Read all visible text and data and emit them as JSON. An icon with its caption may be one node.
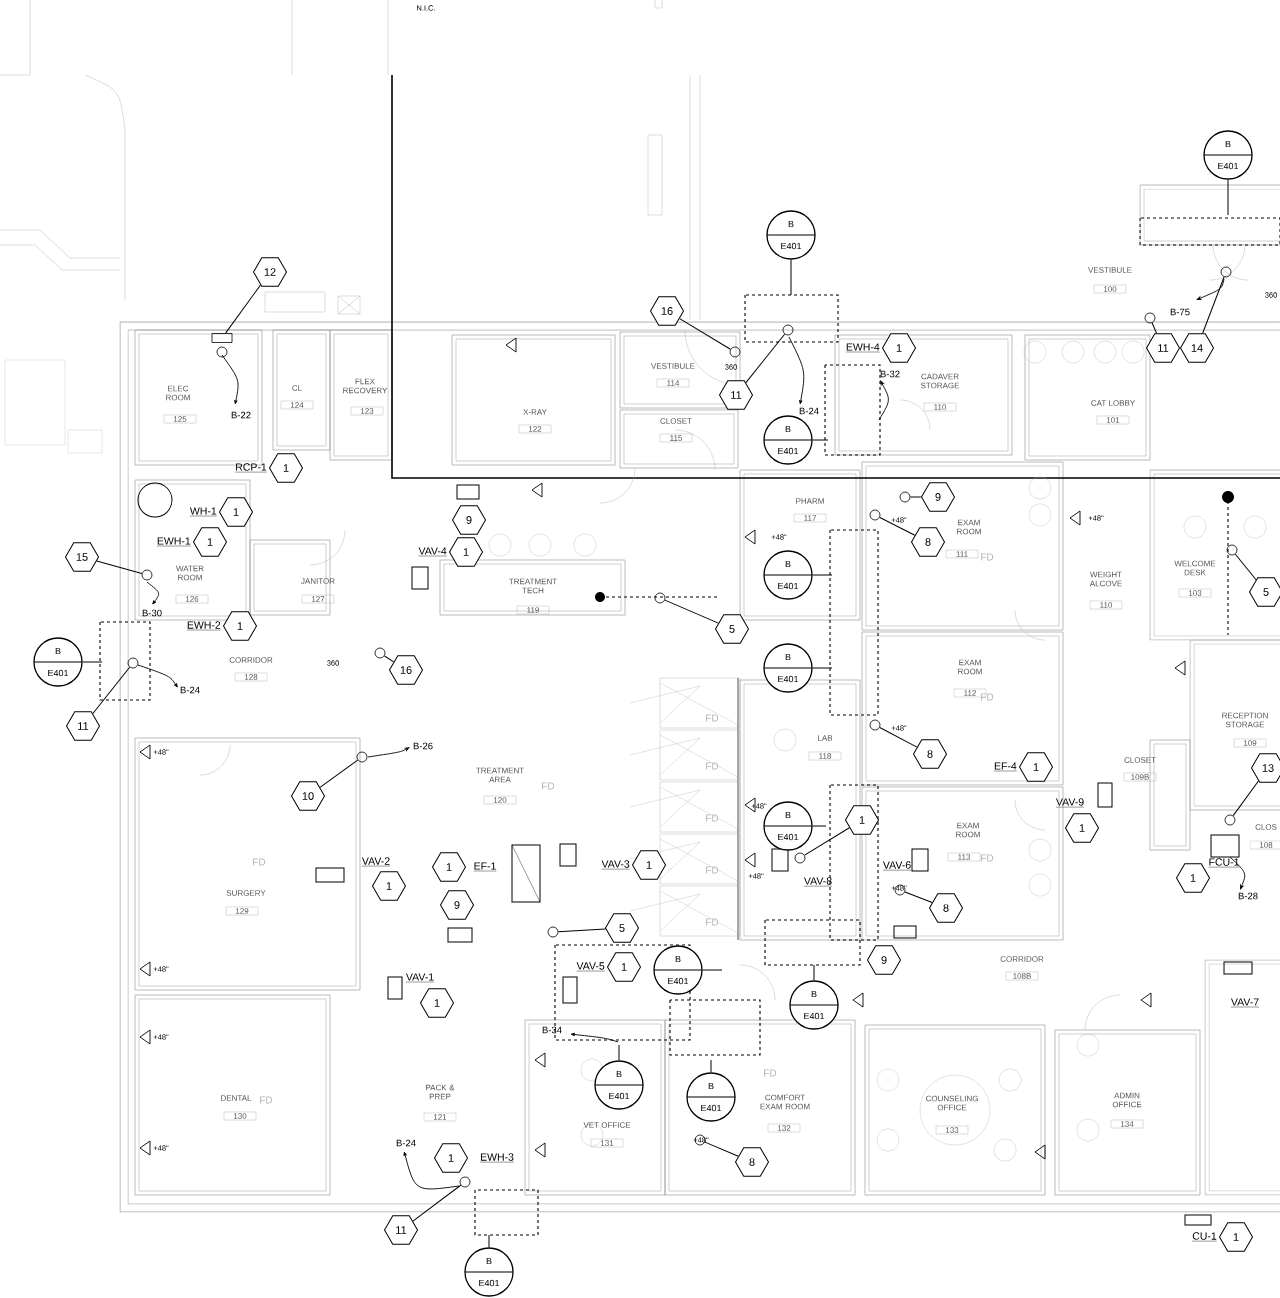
{
  "diagram": {
    "nodes": [
      {
        "text": [
          "12"
        ]
      },
      {
        "text": [
          "16"
        ]
      },
      {
        "text": [
          "1"
        ],
        "beside": [
          "EWH-4"
        ]
      },
      {
        "text": [
          "11"
        ]
      },
      {
        "text": [
          "11"
        ]
      },
      {
        "text": [
          "14"
        ]
      },
      {
        "text": [
          "1"
        ],
        "beside": [
          "RCP-1"
        ]
      },
      {
        "text": [
          "1"
        ],
        "beside": [
          "WH-1"
        ]
      },
      {
        "text": [
          "9"
        ]
      },
      {
        "text": [
          "9"
        ]
      },
      {
        "text": [
          "1"
        ],
        "beside": [
          "EWH-1"
        ]
      },
      {
        "text": [
          "15"
        ]
      },
      {
        "text": [
          "1"
        ],
        "beside": [
          "VAV-4"
        ]
      },
      {
        "text": [
          "8"
        ]
      },
      {
        "text": [
          "5"
        ]
      },
      {
        "text": [
          "5"
        ]
      },
      {
        "text": [
          "1"
        ],
        "beside": [
          "EWH-2"
        ]
      },
      {
        "text": [
          "16"
        ]
      },
      {
        "text": [
          "11"
        ]
      },
      {
        "text": [
          "10"
        ]
      },
      {
        "text": [
          "8"
        ]
      },
      {
        "text": [
          "1"
        ],
        "beside": [
          "EF-4"
        ]
      },
      {
        "text": [
          "13"
        ]
      },
      {
        "text": [
          "1"
        ],
        "beside": [
          "VAV-9"
        ]
      },
      {
        "text": [
          "1"
        ]
      },
      {
        "text": [
          "1"
        ],
        "beside": [
          "VAV-2"
        ]
      },
      {
        "text": [
          "1"
        ],
        "beside": [
          "EF-1"
        ]
      },
      {
        "text": [
          "1"
        ],
        "beside": [
          "VAV-3"
        ]
      },
      {
        "text": [
          "1"
        ],
        "beside": [
          "FCU-1"
        ]
      },
      {
        "text": [
          "8"
        ]
      },
      {
        "text": [
          "9"
        ]
      },
      {
        "text": [
          "5"
        ]
      },
      {
        "text": [
          "9"
        ]
      },
      {
        "text": [
          "1"
        ],
        "beside": [
          "VAV-5"
        ]
      },
      {
        "text": [
          "1"
        ],
        "beside": [
          "VAV-1"
        ]
      },
      {
        "text": [
          "8"
        ]
      },
      {
        "text": [
          "1"
        ],
        "beside": [
          "EWH-3"
        ]
      },
      {
        "text": [
          "11"
        ]
      },
      {
        "text": [
          "1"
        ],
        "beside": [
          "CU-1"
        ]
      },
      {
        "text": [
          "B",
          "E401"
        ]
      },
      {
        "text": [
          "B",
          "E401"
        ]
      },
      {
        "text": [
          "B",
          "E401"
        ]
      },
      {
        "text": [
          "B",
          "E401"
        ]
      },
      {
        "text": [
          "B",
          "E401"
        ]
      },
      {
        "text": [
          "B",
          "E401"
        ]
      },
      {
        "text": [
          "B",
          "E401"
        ]
      },
      {
        "text": [
          "B",
          "E401"
        ]
      },
      {
        "text": [
          "B",
          "E401"
        ]
      },
      {
        "text": [
          "B",
          "E401"
        ]
      },
      {
        "text": [
          "B",
          "E401"
        ]
      },
      {
        "text": [
          "B",
          "E401"
        ]
      },
      {
        "text": [],
        "shape": "box"
      },
      {
        "text": [],
        "shape": "circle"
      },
      {
        "text": [],
        "shape": "circle"
      },
      {
        "text": [],
        "shape": "circle"
      },
      {
        "text": [],
        "shape": "circle"
      },
      {
        "text": [],
        "shape": "circle"
      },
      {
        "text": [],
        "shape": "circle"
      },
      {
        "text": [],
        "shape": "circle"
      },
      {
        "text": [],
        "shape": "circle"
      },
      {
        "text": [],
        "shape": "circle"
      },
      {
        "text": [],
        "shape": "circle"
      },
      {
        "text": [],
        "shape": "circle"
      },
      {
        "text": [],
        "shape": "circle"
      },
      {
        "text": [],
        "shape": "circle"
      },
      {
        "text": [],
        "shape": "circle"
      },
      {
        "text": [],
        "shape": "circle"
      },
      {
        "text": [],
        "shape": "circle"
      },
      {
        "text": [],
        "shape": "circle"
      },
      {
        "text": [],
        "shape": "circle"
      },
      {
        "text": [],
        "shape": "circle"
      }
    ],
    "edges": [
      {
        "from": 0,
        "to": 51,
        "arrow": "none"
      },
      {
        "from": 1,
        "to": 52,
        "arrow": "none"
      },
      {
        "from": 3,
        "to": 53,
        "arrow": "none"
      },
      {
        "from": 4,
        "to": 54,
        "arrow": "none"
      },
      {
        "from": 5,
        "to": 55,
        "arrow": "none"
      },
      {
        "from": 8,
        "to": 56,
        "arrow": "none"
      },
      {
        "from": 11,
        "to": 57,
        "arrow": "none"
      },
      {
        "from": 13,
        "to": 58,
        "arrow": "none"
      },
      {
        "from": 14,
        "to": 59,
        "arrow": "none"
      },
      {
        "from": 15,
        "to": 60,
        "arrow": "none"
      },
      {
        "from": 17,
        "to": 61,
        "arrow": "none"
      },
      {
        "from": 18,
        "to": 62,
        "arrow": "none"
      },
      {
        "from": 19,
        "to": 63,
        "arrow": "none"
      },
      {
        "from": 20,
        "to": 64,
        "arrow": "none"
      },
      {
        "from": 22,
        "to": 65,
        "arrow": "none"
      },
      {
        "from": 24,
        "to": 66,
        "arrow": "none"
      },
      {
        "from": 29,
        "to": 67,
        "arrow": "none"
      },
      {
        "from": 31,
        "to": 68,
        "arrow": "none"
      },
      {
        "from": 35,
        "to": 69,
        "arrow": "none"
      },
      {
        "from": 37,
        "to": 70,
        "arrow": "none"
      },
      {
        "from": 39,
        "to": null,
        "arrow": "none"
      },
      {
        "from": 40,
        "to": null,
        "arrow": "none"
      },
      {
        "from": 41,
        "to": null,
        "arrow": "none"
      },
      {
        "from": 42,
        "to": null,
        "arrow": "none"
      },
      {
        "from": 43,
        "to": null,
        "arrow": "none"
      },
      {
        "from": 44,
        "to": null,
        "arrow": "none"
      },
      {
        "from": 45,
        "to": null,
        "arrow": "none"
      },
      {
        "from": 46,
        "to": null,
        "arrow": "none"
      },
      {
        "from": 47,
        "to": null,
        "arrow": "none"
      },
      {
        "from": 48,
        "to": null,
        "arrow": "none"
      },
      {
        "from": 49,
        "to": null,
        "arrow": "none"
      },
      {
        "from": 50,
        "to": null,
        "arrow": "none"
      }
    ],
    "labels": [
      "N.I.C.",
      "VESTIBULE",
      "100",
      "ELEC ROOM",
      "125",
      "CL",
      "124",
      "FLEX RECOVERY",
      "123",
      "X-RAY",
      "122",
      "VESTIBULE",
      "114",
      "CLOSET",
      "115",
      "CADAVER STORAGE",
      "110",
      "CAT LOBBY",
      "101",
      "PHARM",
      "117",
      "EXAM ROOM",
      "111",
      "FD",
      "WEIGHT ALCOVE",
      "110",
      "WELCOME DESK",
      "103",
      "WATER ROOM",
      "126",
      "JANITOR",
      "127",
      "TREATMENT TECH",
      "119",
      "CORRIDOR",
      "128",
      "EXAM ROOM",
      "112",
      "FD",
      "RECEPTION STORAGE",
      "109",
      "LAB",
      "118",
      "CLOSET",
      "109B",
      "TREATMENT AREA",
      "120",
      "FD",
      "EXAM ROOM",
      "113",
      "FD",
      "CLOS",
      "108",
      "FD",
      "SURGERY",
      "129",
      "CORRIDOR",
      "108B",
      "FD",
      "PACK & PREP",
      "121",
      "COUNSELING OFFICE",
      "133",
      "ADMIN OFFICE",
      "134",
      "DENTAL",
      "130",
      "FD",
      "VET OFFICE",
      "131",
      "COMFORT EXAM ROOM",
      "132",
      "FD",
      "FD",
      "FD",
      "FD",
      "FD",
      "B-22",
      "B-30",
      "B-24",
      "B-26",
      "B-32",
      "B-24",
      "B-75",
      "B-34",
      "B-24",
      "B-28",
      "VAV-8",
      "VAV-6",
      "VAV-7",
      "+48\"",
      "+48\"",
      "+48\"",
      "+48\"",
      "+48\"",
      "+48\"",
      "+48\"",
      "+48\"",
      "+48\"",
      "+48\"",
      "+48\"",
      "+48\"",
      "360",
      "360",
      "360"
    ]
  }
}
